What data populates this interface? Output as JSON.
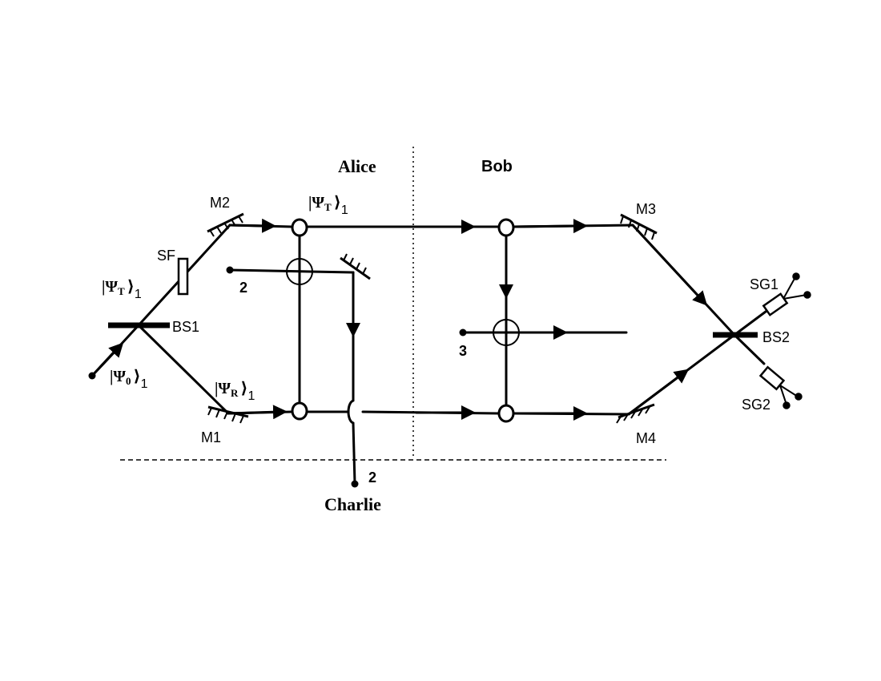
{
  "parties": {
    "alice": "Alice",
    "bob": "Bob",
    "charlie": "Charlie"
  },
  "components": {
    "bs1": "BS1",
    "bs2": "BS2",
    "m1": "M1",
    "m2": "M2",
    "m3": "M3",
    "m4": "M4",
    "sf": "SF",
    "sg1": "SG1",
    "sg2": "SG2"
  },
  "qubits": {
    "q2_left": "2",
    "q2_bottom": "2",
    "q3": "3"
  },
  "kets": {
    "psi0": {
      "bar": "|",
      "symbol": "Ψ",
      "sub": "0",
      "close": "⟩",
      "index": "1"
    },
    "psiT_left": {
      "bar": "|",
      "symbol": "Ψ",
      "sub": "T",
      "close": "⟩",
      "index": "1"
    },
    "psiT_top": {
      "bar": "|",
      "symbol": "Ψ",
      "sub": "T",
      "close": "⟩",
      "index": "1"
    },
    "psiR": {
      "bar": "|",
      "symbol": "Ψ",
      "sub": "R",
      "close": "⟩",
      "index": "1"
    }
  }
}
